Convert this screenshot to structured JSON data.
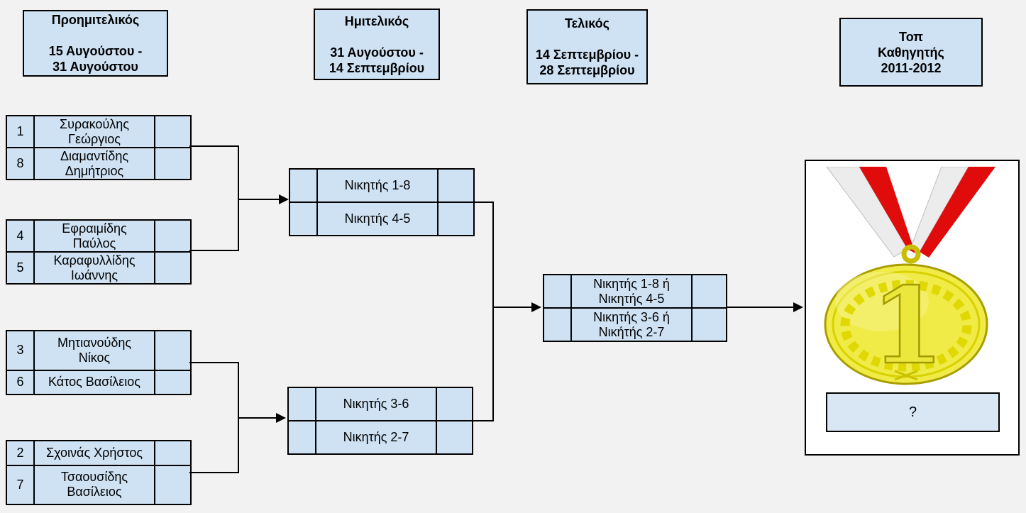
{
  "stages": [
    {
      "text": "Προημιτελικός\n\n15 Αυγούστου -\n31 Αυγούστου"
    },
    {
      "text": "Ημιτελικός\n\n31 Αυγούστου -\n14 Σεπτεμβρίου"
    },
    {
      "text": "Τελικός\n\n14 Σεπτεμβρίου -\n28 Σεπτεμβρίου"
    },
    {
      "text": "Τοπ\nΚαθηγητής\n2011-2012"
    }
  ],
  "quarterfinals": [
    {
      "top_seed": "1",
      "top_name": "Συρακούλης\nΓεώργιος",
      "bottom_seed": "8",
      "bottom_name": "Διαμαντίδης\nΔημήτριος"
    },
    {
      "top_seed": "4",
      "top_name": "Εφραιμίδης\nΠαύλος",
      "bottom_seed": "5",
      "bottom_name": "Καραφυλλίδης\nΙωάννης"
    },
    {
      "top_seed": "3",
      "top_name": "Μητιανούδης\nΝίκος",
      "bottom_seed": "6",
      "bottom_name": "Κάτος Βασίλειος"
    },
    {
      "top_seed": "2",
      "top_name": "Σχοινάς Χρήστος",
      "bottom_seed": "7",
      "bottom_name": "Τσαουσίδης\nΒασίλειος"
    }
  ],
  "semifinals": [
    {
      "top_name": "Νικητής 1-8",
      "bottom_name": "Νικητής 4-5"
    },
    {
      "top_name": "Νικητής 3-6",
      "bottom_name": "Νικητής 2-7"
    }
  ],
  "final": {
    "top_name": "Νικητής 1-8 ή\nΝικητής 4-5",
    "bottom_name": "Νικητής 3-6 ή\nΝικήτής 2-7"
  },
  "winner": {
    "placeholder": "?",
    "medal_label": "1"
  },
  "colors": {
    "box_fill": "#cfe2f3",
    "border": "#000000",
    "background": "#f2f2f2",
    "medal_gold": "#f0eb46",
    "ribbon_red": "#e00b0b",
    "ribbon_white": "#ececec"
  }
}
